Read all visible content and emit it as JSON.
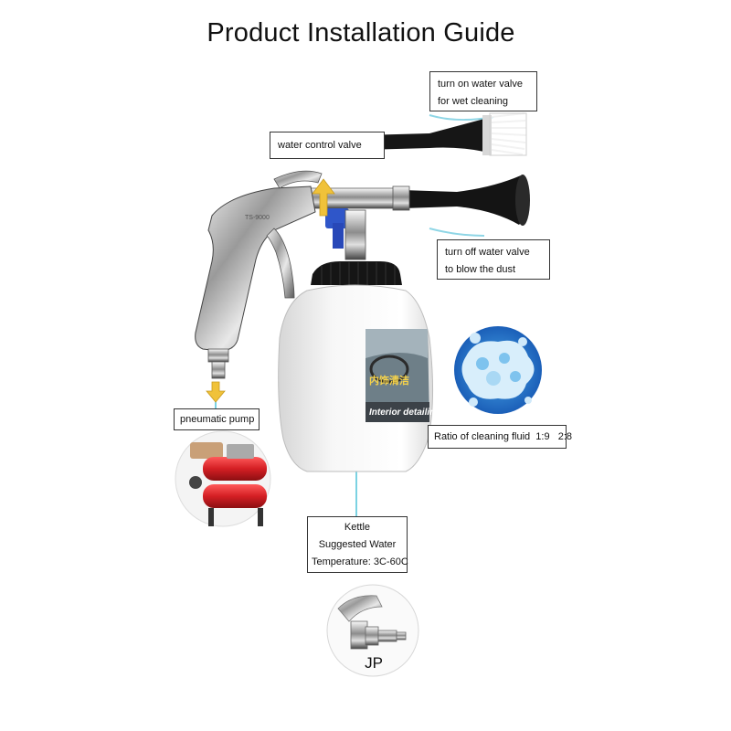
{
  "title": "Product Installation Guide",
  "callouts": {
    "wet_cleaning": [
      "turn on water valve",
      "for wet cleaning"
    ],
    "water_control": "water control valve",
    "blow_dust": [
      "turn off water valve",
      "to blow the dust"
    ],
    "pneumatic_pump": "pneumatic pump",
    "ratio": "Ratio of cleaning fluid  1:9   2:8",
    "kettle": [
      "Kettle",
      "Suggested Water",
      "Temperature: 3C-60C"
    ]
  },
  "connector_label": "JP",
  "bottle_label": {
    "chinese": "内饰清洁",
    "english": "Interior detailing"
  },
  "gun_marking": "TS-9000",
  "colors": {
    "accent_blue": "#2f7bd6",
    "arrow_yellow": "#f0c23a",
    "nozzle_black": "#1a1a1a",
    "pump_red": "#d41f24",
    "leader_cyan": "#4fc3d9"
  }
}
